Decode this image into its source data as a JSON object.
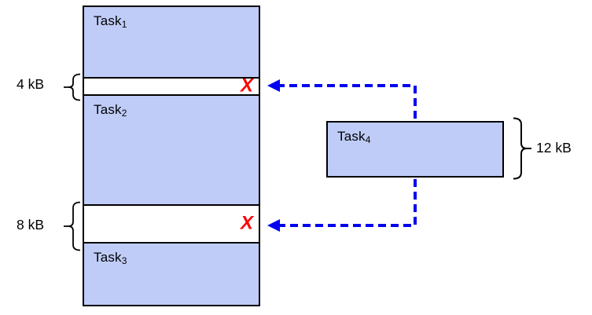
{
  "memory_map": {
    "tasks": [
      {
        "name": "Task",
        "sub": "1"
      },
      {
        "name": "Task",
        "sub": "2"
      },
      {
        "name": "Task",
        "sub": "3"
      }
    ],
    "free_gaps": [
      {
        "size": "4 kB",
        "rejection_mark": "X"
      },
      {
        "size": "8 kB",
        "rejection_mark": "X"
      }
    ]
  },
  "pending_task": {
    "name": "Task",
    "sub": "4",
    "size": "12 kB"
  },
  "colors": {
    "block_fill": "#bfccf7",
    "block_border": "#000000",
    "arrow_blue": "#0202f0",
    "x_red": "#ff0000",
    "brace_black": "#000000"
  }
}
